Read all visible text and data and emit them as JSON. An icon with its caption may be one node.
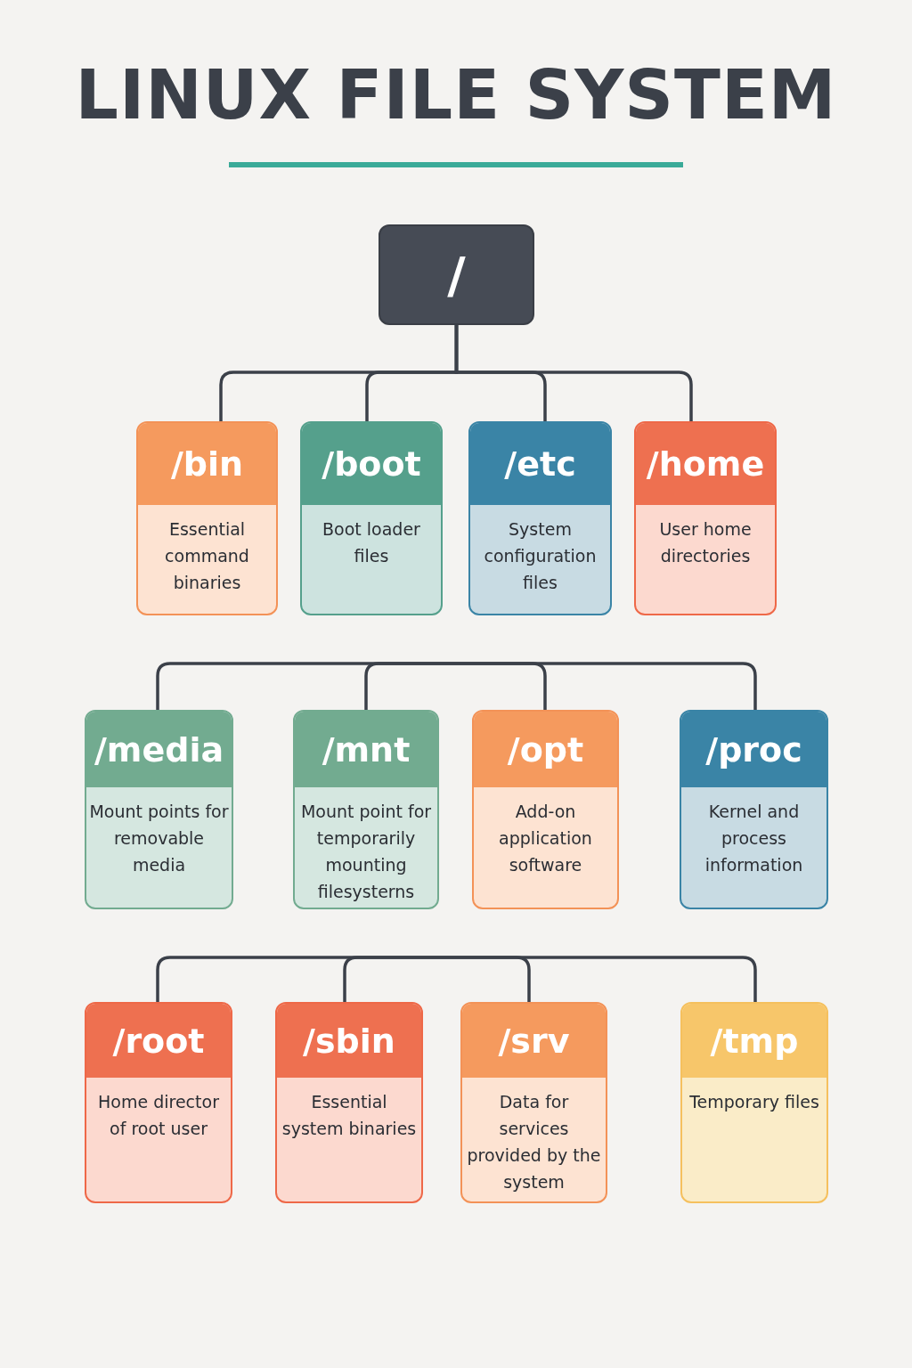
{
  "diagram": {
    "title": "LINUX FILE SYSTEM",
    "nodes": [
      {
        "text": [
          "/"
        ]
      },
      {
        "text": [
          "/bin",
          "Essential command binaries"
        ]
      },
      {
        "text": [
          "/boot",
          "Boot loader files"
        ]
      },
      {
        "text": [
          "/etc",
          "System configuration files"
        ]
      },
      {
        "text": [
          "/home",
          "User home directories"
        ]
      },
      {
        "text": [
          "/media",
          "Mount points for removable media"
        ]
      },
      {
        "text": [
          "/mnt",
          "Mount point for temporarily mounting filesysterns"
        ]
      },
      {
        "text": [
          "/opt",
          "Add-on application software"
        ]
      },
      {
        "text": [
          "/proc",
          "Kernel and process information"
        ]
      },
      {
        "text": [
          "/root",
          "Home director of root user"
        ]
      },
      {
        "text": [
          "/sbin",
          "Essential system binaries"
        ]
      },
      {
        "text": [
          "/srv",
          "Data for services provided by the system"
        ]
      },
      {
        "text": [
          "/tmp",
          "Temporary files"
        ]
      }
    ],
    "edges": [
      {
        "from": 0,
        "to": 1,
        "arrow": "none"
      },
      {
        "from": 0,
        "to": 2,
        "arrow": "none"
      },
      {
        "from": 0,
        "to": 3,
        "arrow": "none"
      },
      {
        "from": 0,
        "to": 4,
        "arrow": "none"
      },
      {
        "from": null,
        "to": 5,
        "arrow": "none"
      },
      {
        "from": null,
        "to": 6,
        "arrow": "none"
      },
      {
        "from": null,
        "to": 7,
        "arrow": "none"
      },
      {
        "from": null,
        "to": 8,
        "arrow": "none"
      },
      {
        "from": null,
        "to": 9,
        "arrow": "none"
      },
      {
        "from": null,
        "to": 10,
        "arrow": "none"
      },
      {
        "from": null,
        "to": 11,
        "arrow": "none"
      },
      {
        "from": null,
        "to": 12,
        "arrow": "none"
      }
    ]
  }
}
